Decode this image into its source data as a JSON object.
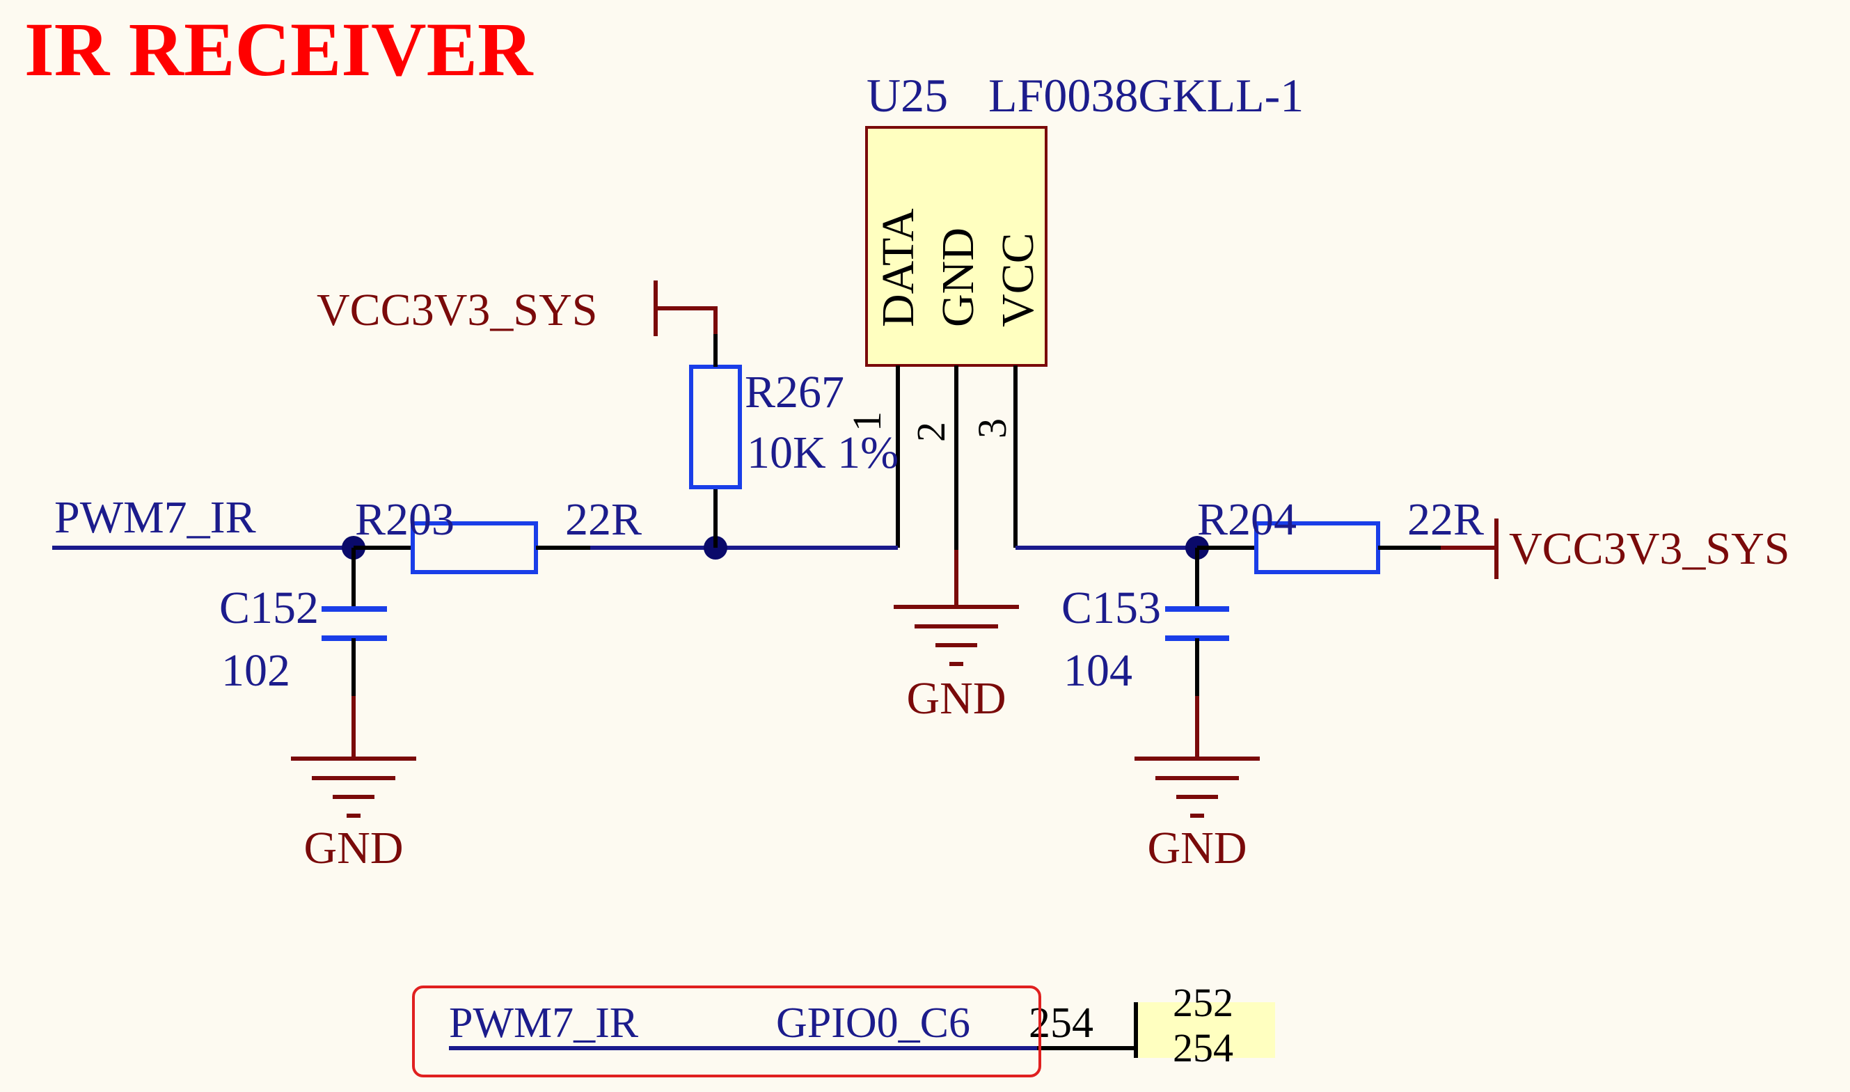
{
  "title": "IR RECEIVER",
  "colors": {
    "background": "#fdfaf1",
    "title": "#ff0000",
    "net_label": "#1c1c8c",
    "power_label": "#7a0a0a",
    "component": "#1a3ee8",
    "ic_body": "#ffffc0",
    "highlight_box": "#e02020"
  },
  "ic": {
    "designator": "U25",
    "part": "LF0038GKLL-1",
    "pins": [
      {
        "number": "1",
        "name": "DATA"
      },
      {
        "number": "2",
        "name": "GND"
      },
      {
        "number": "3",
        "name": "VCC"
      }
    ]
  },
  "resistors": [
    {
      "designator": "R203",
      "value": "22R"
    },
    {
      "designator": "R267",
      "value": "10K 1%"
    },
    {
      "designator": "R204",
      "value": "22R"
    }
  ],
  "capacitors": [
    {
      "designator": "C152",
      "value": "102"
    },
    {
      "designator": "C153",
      "value": "104"
    }
  ],
  "nets": {
    "signal": "PWM7_IR",
    "power_top": "VCC3V3_SYS",
    "power_right": "VCC3V3_SYS",
    "ground": [
      "GND",
      "GND",
      "GND"
    ]
  },
  "bottom_connection": {
    "net": "PWM7_IR",
    "gpio": "GPIO0_C6",
    "pin": "254",
    "connector_pins": [
      "252",
      "254"
    ]
  }
}
